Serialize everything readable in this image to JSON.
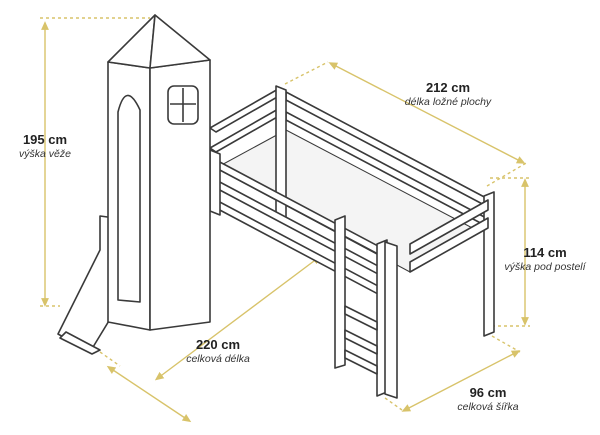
{
  "colors": {
    "outline": "#3a3a3a",
    "dimension": "#d8c36a",
    "mattress_area": "#f4f4f4",
    "background": "#ffffff"
  },
  "dimensions": {
    "tower_height": {
      "value": "195 cm",
      "caption": "výška věže"
    },
    "bed_length": {
      "value": "212 cm",
      "caption": "délka ložné plochy"
    },
    "under_bed_height": {
      "value": "114 cm",
      "caption": "výška pod postelí"
    },
    "total_length": {
      "value": "220 cm",
      "caption": "celková délka"
    },
    "total_width": {
      "value": "96 cm",
      "caption": "celková šířka"
    }
  }
}
